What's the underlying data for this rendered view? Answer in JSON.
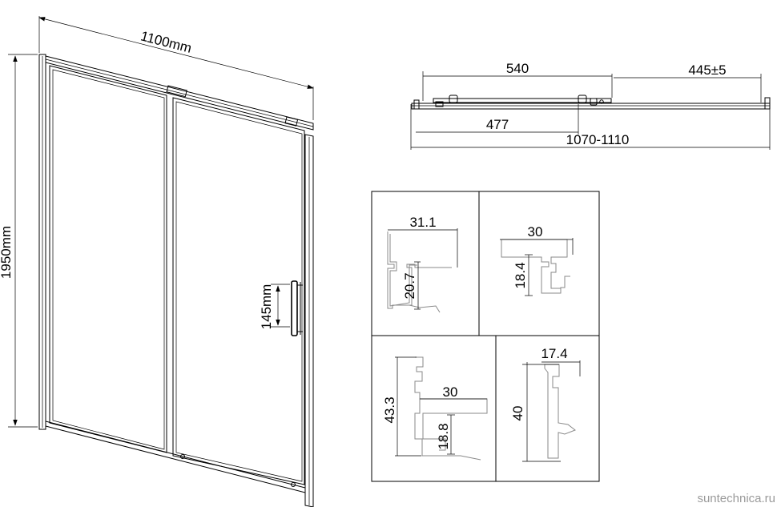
{
  "front_view": {
    "width_label": "1100mm",
    "height_label": "1950mm",
    "handle_label": "145mm"
  },
  "top_view": {
    "label_540": "540",
    "label_445": "445±5",
    "label_477": "477",
    "label_range": "1070-1110"
  },
  "profiles": {
    "p1": {
      "width": "31.1",
      "height": "20.7"
    },
    "p2": {
      "width": "30",
      "height": "18.4"
    },
    "p3": {
      "height_total": "43.3",
      "width": "30",
      "height": "18.8"
    },
    "p4": {
      "width": "17.4",
      "height": "40"
    }
  },
  "watermark": "suntechnica.ru"
}
